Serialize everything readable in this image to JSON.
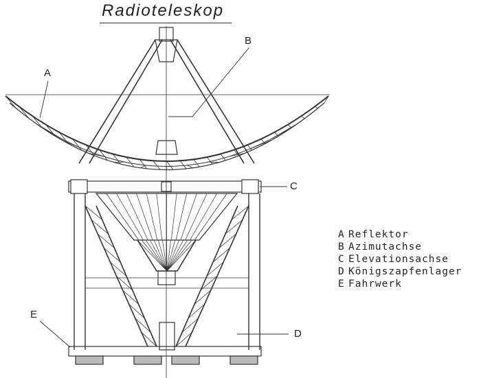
{
  "title": "Radioteleskop",
  "callouts": {
    "A": "A",
    "B": "B",
    "C": "C",
    "D": "D",
    "E": "E"
  },
  "legend": [
    {
      "key": "A",
      "label": "Reflektor"
    },
    {
      "key": "B",
      "label": "Azimutachse"
    },
    {
      "key": "C",
      "label": "Elevationsachse"
    },
    {
      "key": "D",
      "label": "Königszapfenlager"
    },
    {
      "key": "E",
      "label": "Fahrwerk"
    }
  ]
}
